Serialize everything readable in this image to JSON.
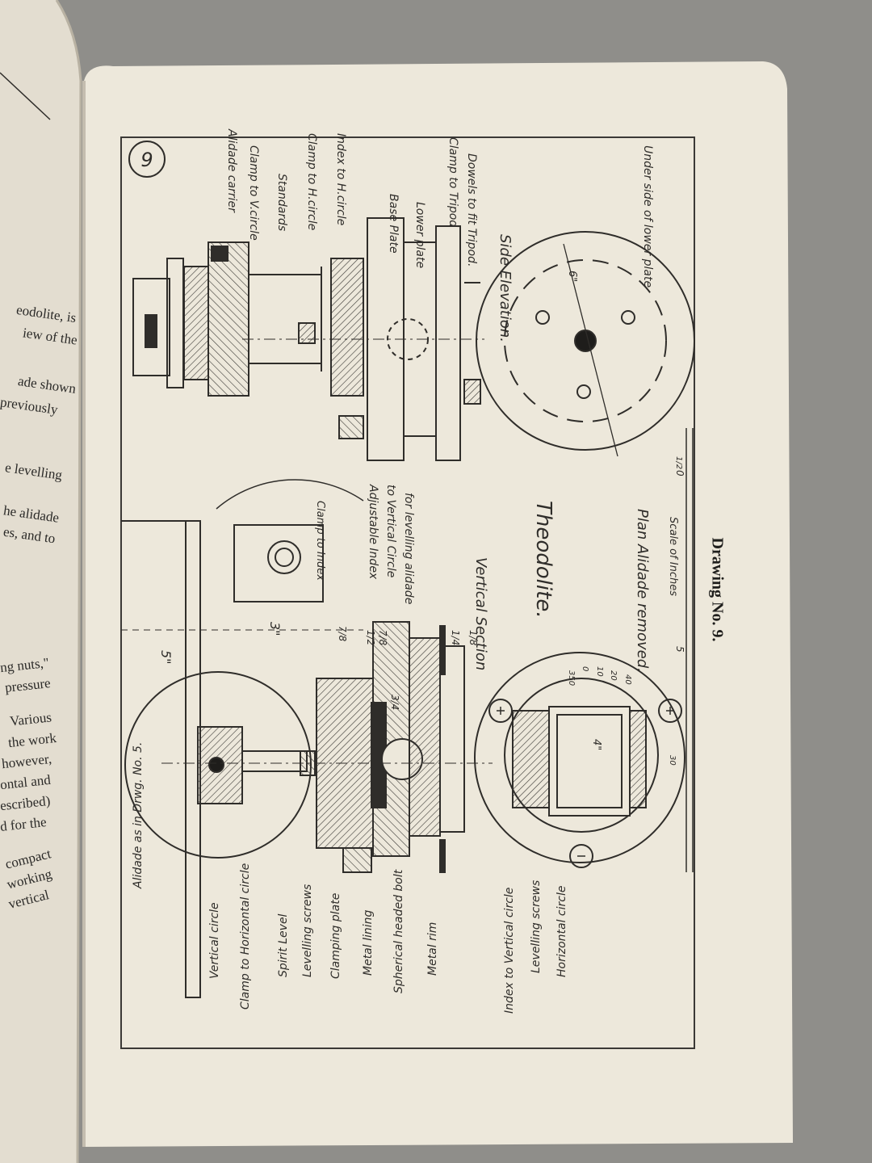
{
  "left_page": {
    "lines": [
      "eodolite, is",
      "iew of the",
      "ade shown",
      "previously",
      "e levelling",
      "he alidade",
      "es, and to",
      "ng nuts,\"",
      "pressure",
      "Various",
      "the work",
      "however,",
      "ontal and",
      "escribed)",
      "d for the",
      "compact",
      "working",
      "vertical"
    ]
  },
  "drawing": {
    "number": "9",
    "title": "Theodolite.",
    "caption": "Drawing No. 9.",
    "views": {
      "vertical_section": "Vertical Section",
      "side_elevation": "Side Elevation.",
      "plan": "Plan Alidade removed."
    },
    "labels_top_right": [
      "Alidade carrier",
      "Clamp to V.circle",
      "Standards",
      "Clamp to H.circle",
      "Index to H.circle",
      "Base Plate",
      "Lower plate",
      "Clamp to Tripod",
      "Dowels to fit Tripod.",
      "Under side of lower plate"
    ],
    "labels_left": [
      "Alidade as in Drwg. No. 5.",
      "Vertical circle",
      "Clamp to Horizontal circle",
      "Spirit Level",
      "Levelling screws",
      "Clamping plate",
      "Metal lining",
      "Spherical headed bolt",
      "Metal rim",
      "Index to Vertical circle",
      "Levelling screws",
      "Horizontal circle"
    ],
    "labels_middle": [
      "Clamp to Index",
      "Adjustable Index",
      "to Vertical Circle",
      "for levelling alidade"
    ],
    "scale_label": "Scale of Inches",
    "dimensions": [
      "5\"",
      "3\"",
      "7/8",
      "1/2",
      "7/8",
      "1/4",
      "6\"",
      "4\"",
      "1/8",
      "3/4"
    ],
    "scale_marks": [
      "0",
      "1/2",
      "5"
    ],
    "degree_marks": [
      "350",
      "0",
      "10",
      "20",
      "30",
      "40"
    ]
  }
}
